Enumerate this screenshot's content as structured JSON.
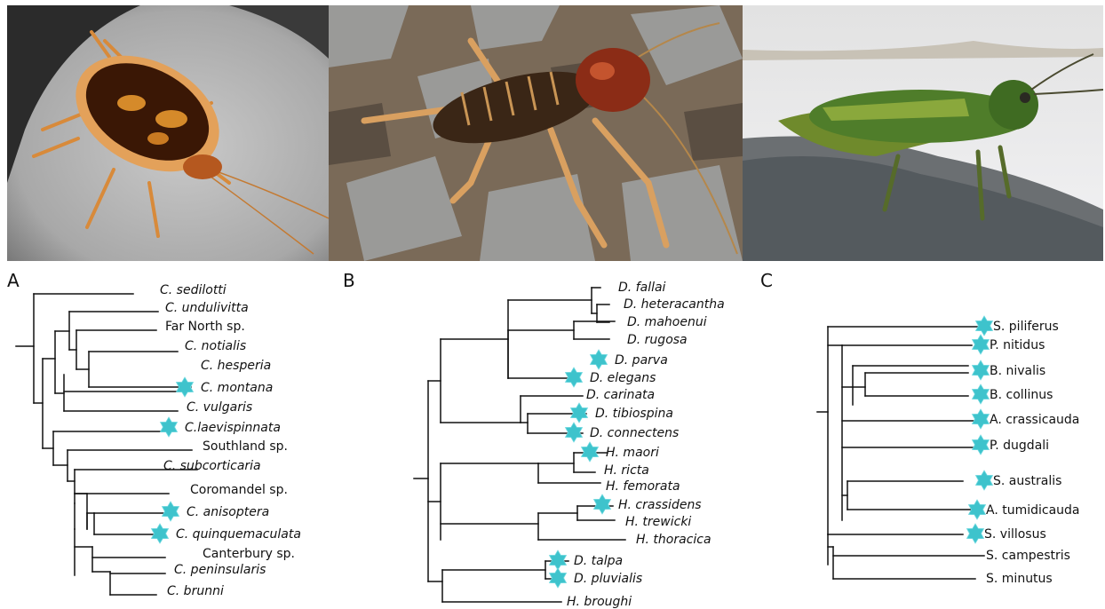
{
  "photos": {
    "a": {
      "icon": "cockroach-photo"
    },
    "b": {
      "icon": "weta-photo"
    },
    "c": {
      "icon": "grasshopper-photo"
    }
  },
  "panels": {
    "a": {
      "label": "A"
    },
    "b": {
      "label": "B"
    },
    "c": {
      "label": "C"
    }
  },
  "marker": {
    "icon": "star-icon",
    "color": "#3ec3cc"
  },
  "trees": {
    "a": {
      "taxa": [
        {
          "name": "C. sedilotti",
          "italic": true,
          "star": false
        },
        {
          "name": "C. undulivitta",
          "italic": true,
          "star": false
        },
        {
          "name": "Far North sp.",
          "italic": false,
          "star": false
        },
        {
          "name": "C. notialis",
          "italic": true,
          "star": false
        },
        {
          "name": "C. hesperia",
          "italic": true,
          "star": false
        },
        {
          "name": "C. montana",
          "italic": true,
          "star": true
        },
        {
          "name": "C. vulgaris",
          "italic": true,
          "star": false
        },
        {
          "name": "C.laevispinnata",
          "italic": true,
          "star": true
        },
        {
          "name": "Southland sp.",
          "italic": false,
          "star": false
        },
        {
          "name": "C. subcorticaria",
          "italic": true,
          "star": false
        },
        {
          "name": "Coromandel sp.",
          "italic": false,
          "star": false
        },
        {
          "name": "C. anisoptera",
          "italic": true,
          "star": true
        },
        {
          "name": "C. quinquemaculata",
          "italic": true,
          "star": true
        },
        {
          "name": "Canterbury sp.",
          "italic": false,
          "star": false
        },
        {
          "name": "C. peninsularis",
          "italic": true,
          "star": false
        },
        {
          "name": "C. brunni",
          "italic": true,
          "star": false
        }
      ]
    },
    "b": {
      "taxa": [
        {
          "name": "D. fallai",
          "italic": true,
          "star": false
        },
        {
          "name": "D. heteracantha",
          "italic": true,
          "star": false
        },
        {
          "name": "D. mahoenui",
          "italic": true,
          "star": false
        },
        {
          "name": "D. rugosa",
          "italic": true,
          "star": false
        },
        {
          "name": "D. parva",
          "italic": true,
          "star": true
        },
        {
          "name": "D. elegans",
          "italic": true,
          "star": true
        },
        {
          "name": "D. carinata",
          "italic": true,
          "star": false
        },
        {
          "name": "D. tibiospina",
          "italic": true,
          "star": true
        },
        {
          "name": "D. connectens",
          "italic": true,
          "star": true
        },
        {
          "name": "H. maori",
          "italic": true,
          "star": true
        },
        {
          "name": "H. ricta",
          "italic": true,
          "star": false
        },
        {
          "name": "H. femorata",
          "italic": true,
          "star": false
        },
        {
          "name": "H. crassidens",
          "italic": true,
          "star": true
        },
        {
          "name": "H. trewicki",
          "italic": true,
          "star": false
        },
        {
          "name": "H. thoracica",
          "italic": true,
          "star": false
        },
        {
          "name": "D. talpa",
          "italic": true,
          "star": true
        },
        {
          "name": "D. pluvialis",
          "italic": true,
          "star": true
        },
        {
          "name": "H. broughi",
          "italic": true,
          "star": false
        }
      ]
    },
    "c": {
      "taxa": [
        {
          "name": "S. piliferus",
          "italic": false,
          "star": true
        },
        {
          "name": "P. nitidus",
          "italic": false,
          "star": true
        },
        {
          "name": "B. nivalis",
          "italic": false,
          "star": true
        },
        {
          "name": "B. collinus",
          "italic": false,
          "star": true
        },
        {
          "name": "A. crassicauda",
          "italic": false,
          "star": true
        },
        {
          "name": "P. dugdali",
          "italic": false,
          "star": true
        },
        {
          "name": "S. australis",
          "italic": false,
          "star": true
        },
        {
          "name": "A. tumidicauda",
          "italic": false,
          "star": true
        },
        {
          "name": "S. villosus",
          "italic": false,
          "star": true
        },
        {
          "name": "S. campestris",
          "italic": false,
          "star": false
        },
        {
          "name": "S. minutus",
          "italic": false,
          "star": false
        }
      ]
    }
  }
}
